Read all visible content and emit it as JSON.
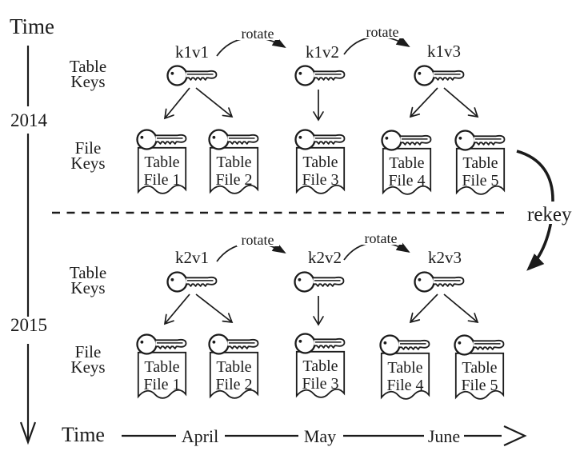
{
  "colors": {
    "ink": "#1b1b1b",
    "paper": "#ffffff"
  },
  "axis": {
    "time_label_top": "Time",
    "time_label_bottom": "Time",
    "years": [
      "2014",
      "2015"
    ],
    "months": [
      "April",
      "May",
      "June"
    ]
  },
  "rekey_label": "rekey",
  "sections": [
    {
      "table_keys_label": [
        "Table",
        "Keys"
      ],
      "file_keys_label": [
        "File",
        "Keys"
      ],
      "table_keys": [
        "k1v1",
        "k1v2",
        "k1v3"
      ],
      "rotate_labels": [
        "rotate",
        "rotate"
      ],
      "files": [
        [
          "Table",
          "File 1"
        ],
        [
          "Table",
          "File 2"
        ],
        [
          "Table",
          "File 3"
        ],
        [
          "Table",
          "File 4"
        ],
        [
          "Table",
          "File 5"
        ]
      ]
    },
    {
      "table_keys_label": [
        "Table",
        "Keys"
      ],
      "file_keys_label": [
        "File",
        "Keys"
      ],
      "table_keys": [
        "k2v1",
        "k2v2",
        "k2v3"
      ],
      "rotate_labels": [
        "rotate",
        "rotate"
      ],
      "files": [
        [
          "Table",
          "File 1"
        ],
        [
          "Table",
          "File 2"
        ],
        [
          "Table",
          "File 3"
        ],
        [
          "Table",
          "File 4"
        ],
        [
          "Table",
          "File 5"
        ]
      ]
    }
  ],
  "icons": {
    "key": "key-icon",
    "document": "document-icon"
  }
}
